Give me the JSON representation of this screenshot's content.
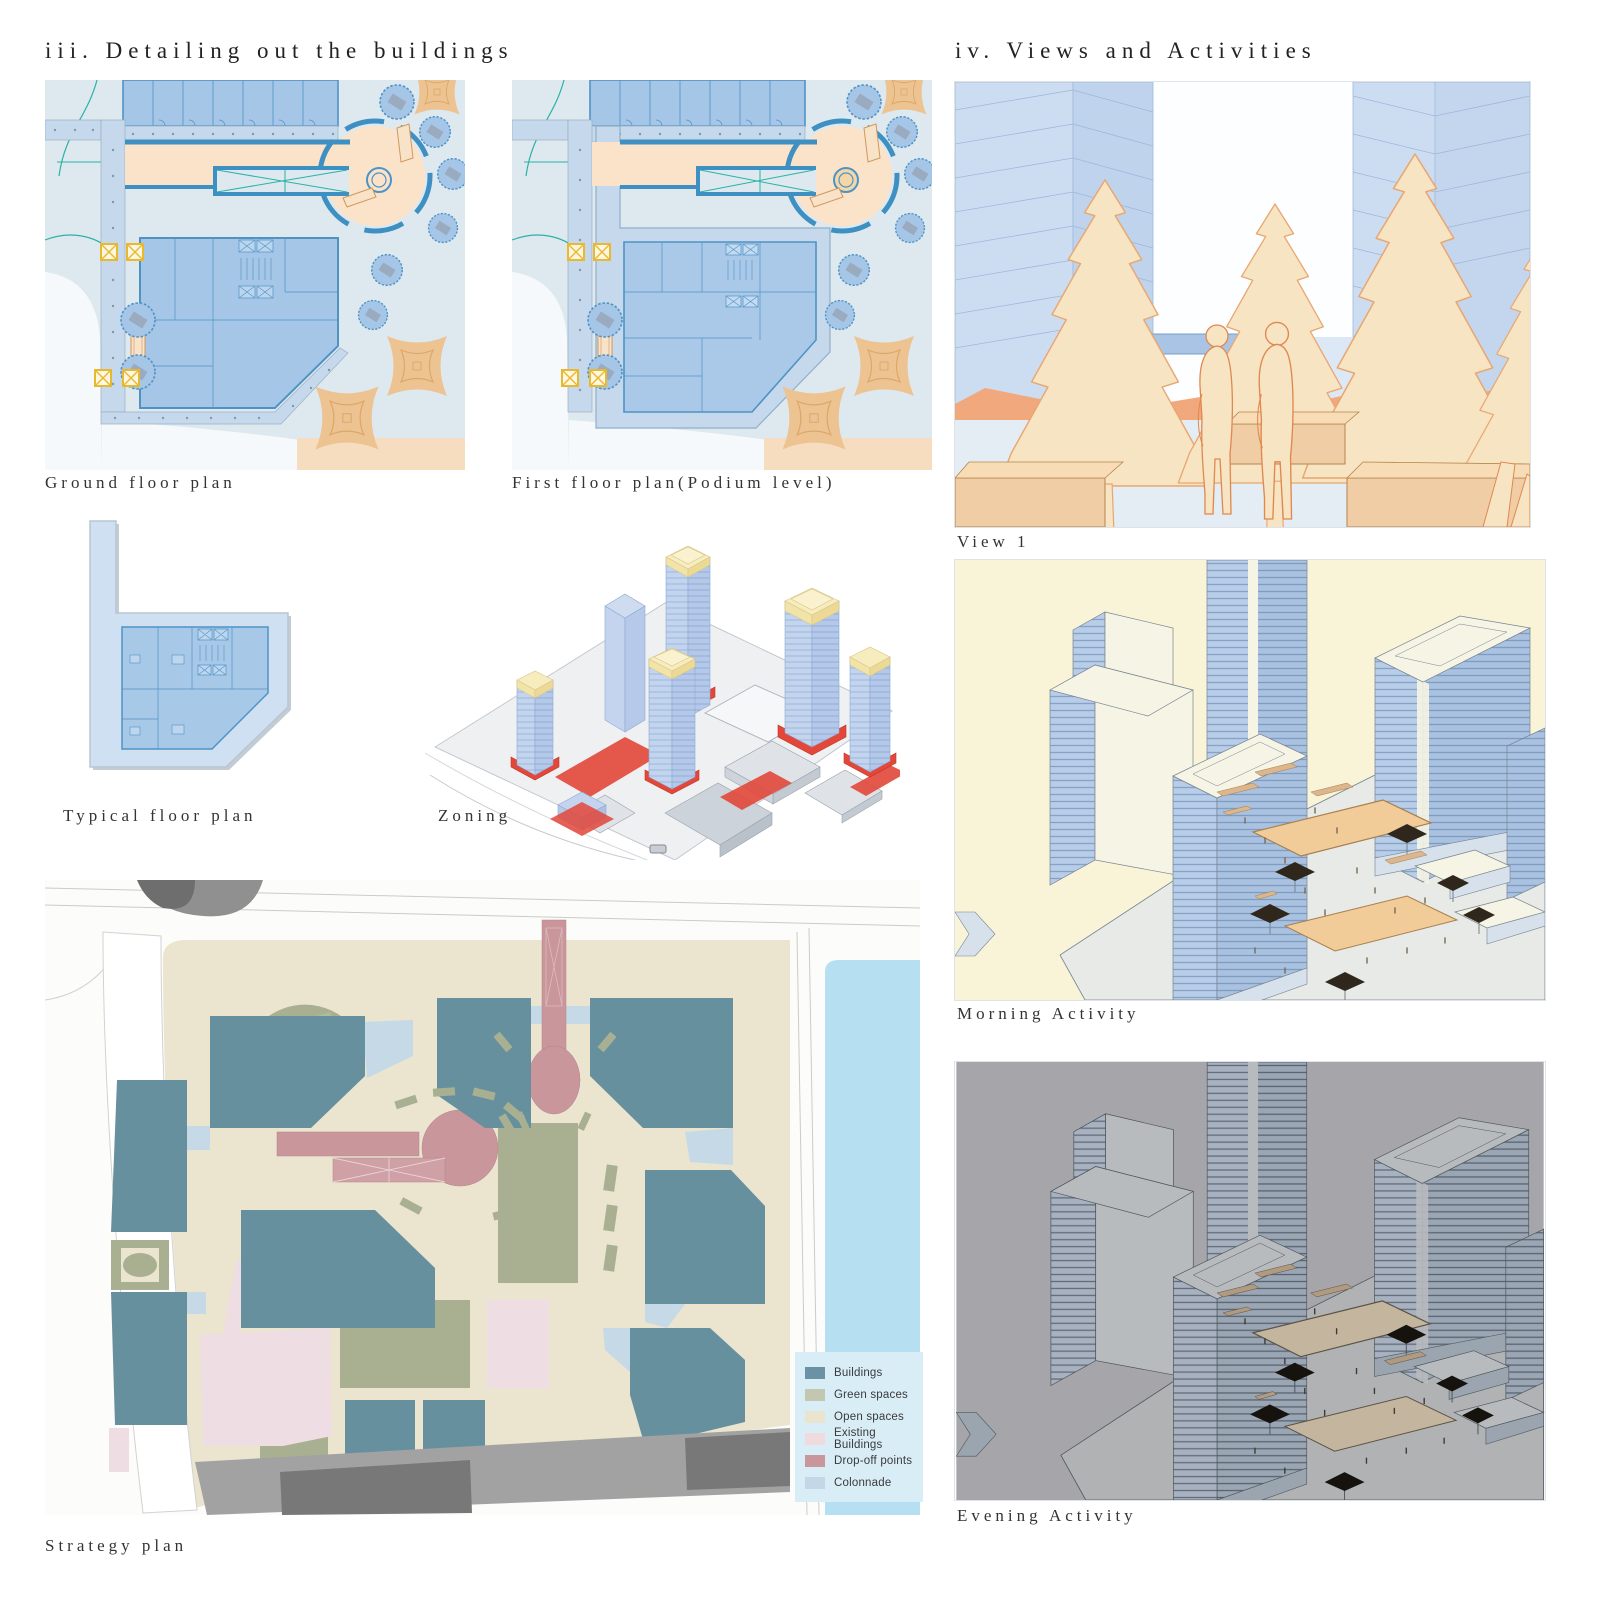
{
  "sections": {
    "left_heading": "iii. Detailing out the buildings",
    "right_heading": "iv. Views and Activities"
  },
  "panels": {
    "ground_floor": {
      "caption": "Ground floor plan"
    },
    "first_floor": {
      "caption": "First floor plan(Podium level)"
    },
    "typical_floor": {
      "caption": "Typical floor plan"
    },
    "zoning": {
      "caption": "Zoning"
    },
    "strategy": {
      "caption": "Strategy plan"
    },
    "view1": {
      "caption": "View 1"
    },
    "morning": {
      "caption": "Morning Activity"
    },
    "evening": {
      "caption": "Evening Activity"
    }
  },
  "legend": {
    "items": [
      {
        "label": "Buildings",
        "color": "#6b91a4"
      },
      {
        "label": "Green spaces",
        "color": "#c3c7b0"
      },
      {
        "label": "Open spaces",
        "color": "#eae4cf"
      },
      {
        "label": "Existing Buildings",
        "color": "#efdbde"
      },
      {
        "label": "Drop-off points",
        "color": "#c9969b"
      },
      {
        "label": "Colonnade",
        "color": "#c2d8e6"
      }
    ]
  },
  "colors": {
    "plan_background": "#dde9ef",
    "plan_building": "#a5c6e7",
    "plan_outline": "#4f93c5",
    "walkway_peach": "#fbe3ca",
    "canopy_orange": "#eec392",
    "zoning_tower": "#bfd1ec",
    "zoning_crown": "#f7ecbe",
    "zoning_podium_red": "#e2473a",
    "water": "#b7dff2",
    "morning_background": "#f9f3d8",
    "evening_background": "#a6a6aa"
  }
}
